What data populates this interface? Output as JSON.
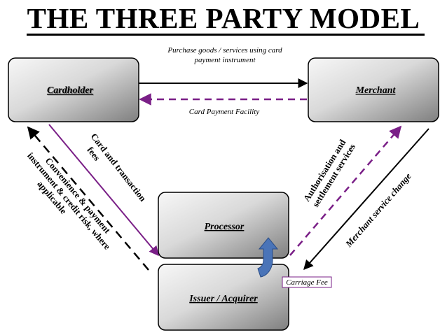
{
  "title": "THE THREE PARTY MODEL",
  "nodes": {
    "cardholder": "Cardholder",
    "merchant": "Merchant",
    "processor": "Processor",
    "issuer_acquirer": "Issuer / Acquirer"
  },
  "labels": {
    "purchase_line1": "Purchase goods / services using card",
    "purchase_line2": "payment instrument",
    "card_payment_facility": "Card Payment Facility",
    "card_fees_line1": "Card and transaction",
    "card_fees_line2": "fees",
    "convenience_line1": "Convenience & payment",
    "convenience_line2": "instrument & credit risk, where",
    "convenience_line3": "applicable",
    "auth_line1": "Authorisation and",
    "auth_line2": "settlement services",
    "merchant_service_charge": "Merchant service change",
    "carriage_fee": "Carriage Fee"
  },
  "colors": {
    "box_fill_light": "#f2f2f2",
    "box_fill_dark": "#8c8c8c",
    "purple": "#7a1f87",
    "blue_arrow": "#4a74b8",
    "black": "#000000"
  }
}
